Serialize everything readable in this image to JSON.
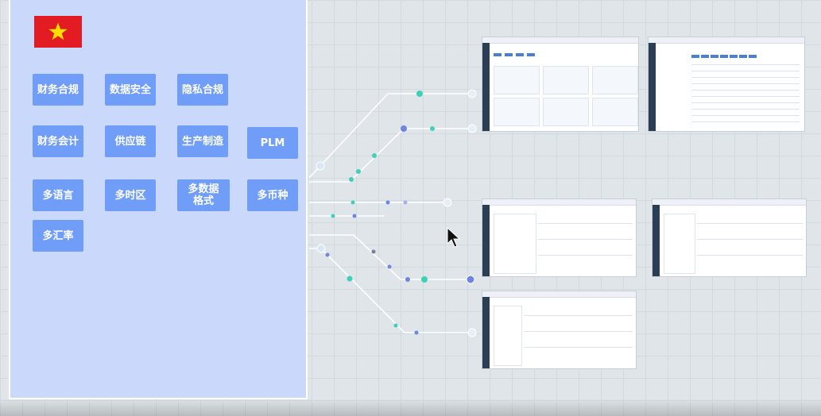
{
  "flag": {
    "country_icon": "vietnam-flag-icon",
    "color": "#e21c22",
    "star_color": "#ffdd00"
  },
  "tiles": [
    {
      "id": "finance-compliance",
      "label": "财务合规"
    },
    {
      "id": "data-security",
      "label": "数据安全"
    },
    {
      "id": "privacy-compliance",
      "label": "隐私合规"
    },
    {
      "id": "financial-accounting",
      "label": "财务会计"
    },
    {
      "id": "supply-chain",
      "label": "供应链"
    },
    {
      "id": "manufacturing",
      "label": "生产制造"
    },
    {
      "id": "plm",
      "label": "PLM"
    },
    {
      "id": "multi-language",
      "label": "多语言"
    },
    {
      "id": "multi-timezone",
      "label": "多时区"
    },
    {
      "id": "multi-data-format",
      "label": "多数据格式"
    },
    {
      "id": "multi-currency",
      "label": "多币种"
    },
    {
      "id": "multi-exchange-rate",
      "label": "多汇率"
    }
  ],
  "colors": {
    "panel": "#cad8fc",
    "tile": "#6f9df8",
    "line": "#ffffff",
    "node_teal": "#3fd1b8",
    "node_blue": "#6f86e0"
  },
  "screenshots": [
    {
      "id": "app-cards-view",
      "kind": "card-grid"
    },
    {
      "id": "app-list-view",
      "kind": "table-list"
    },
    {
      "id": "spreadsheet-report-1",
      "kind": "spreadsheet"
    },
    {
      "id": "spreadsheet-report-2",
      "kind": "spreadsheet"
    },
    {
      "id": "spreadsheet-report-3",
      "kind": "spreadsheet"
    }
  ],
  "cursor": {
    "icon": "arrow-cursor-icon"
  }
}
